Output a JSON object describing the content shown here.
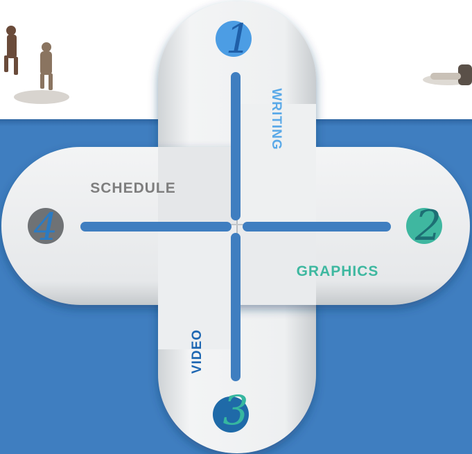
{
  "diagram": {
    "steps": [
      {
        "number": "1",
        "label": "WRITING",
        "color": "#5aa9e8"
      },
      {
        "number": "2",
        "label": "GRAPHICS",
        "color": "#3eb8a0"
      },
      {
        "number": "3",
        "label": "VIDEO",
        "color": "#1e67b2"
      },
      {
        "number": "4",
        "label": "SCHEDULE",
        "color": "#7e7e7e"
      }
    ]
  },
  "colors": {
    "background_blue": "#3f7ec0",
    "band_fill": "#e7e9eb",
    "slot": "#3f7ec0"
  }
}
